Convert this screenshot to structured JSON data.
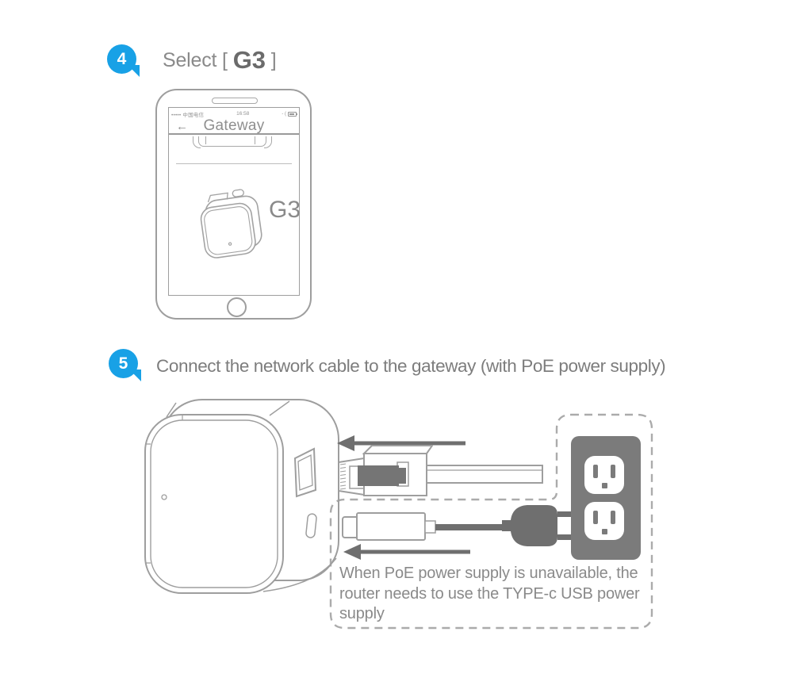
{
  "colors": {
    "accent_blue": "#18a1e6",
    "line_gray": "#9e9e9e",
    "dark_gray": "#6f6f6f",
    "outlet_gray": "#7b7b7b",
    "text_gray": "#7d7d7d"
  },
  "step4": {
    "number": "4",
    "title_prefix": "Select [",
    "device": "G3",
    "title_suffix": "]"
  },
  "step5": {
    "number": "5",
    "title": "Connect the network cable to the gateway (with PoE power supply)"
  },
  "phone": {
    "status": {
      "carrier": "••••• 中国电信",
      "time": "16:58"
    },
    "header": {
      "back": "←",
      "title": "Gateway"
    },
    "list_item": {
      "label": "G3"
    }
  },
  "note": {
    "line1": "When PoE power supply is unavailable, the",
    "line2": "router needs to use the TYPE-c USB power",
    "line3": "supply"
  }
}
